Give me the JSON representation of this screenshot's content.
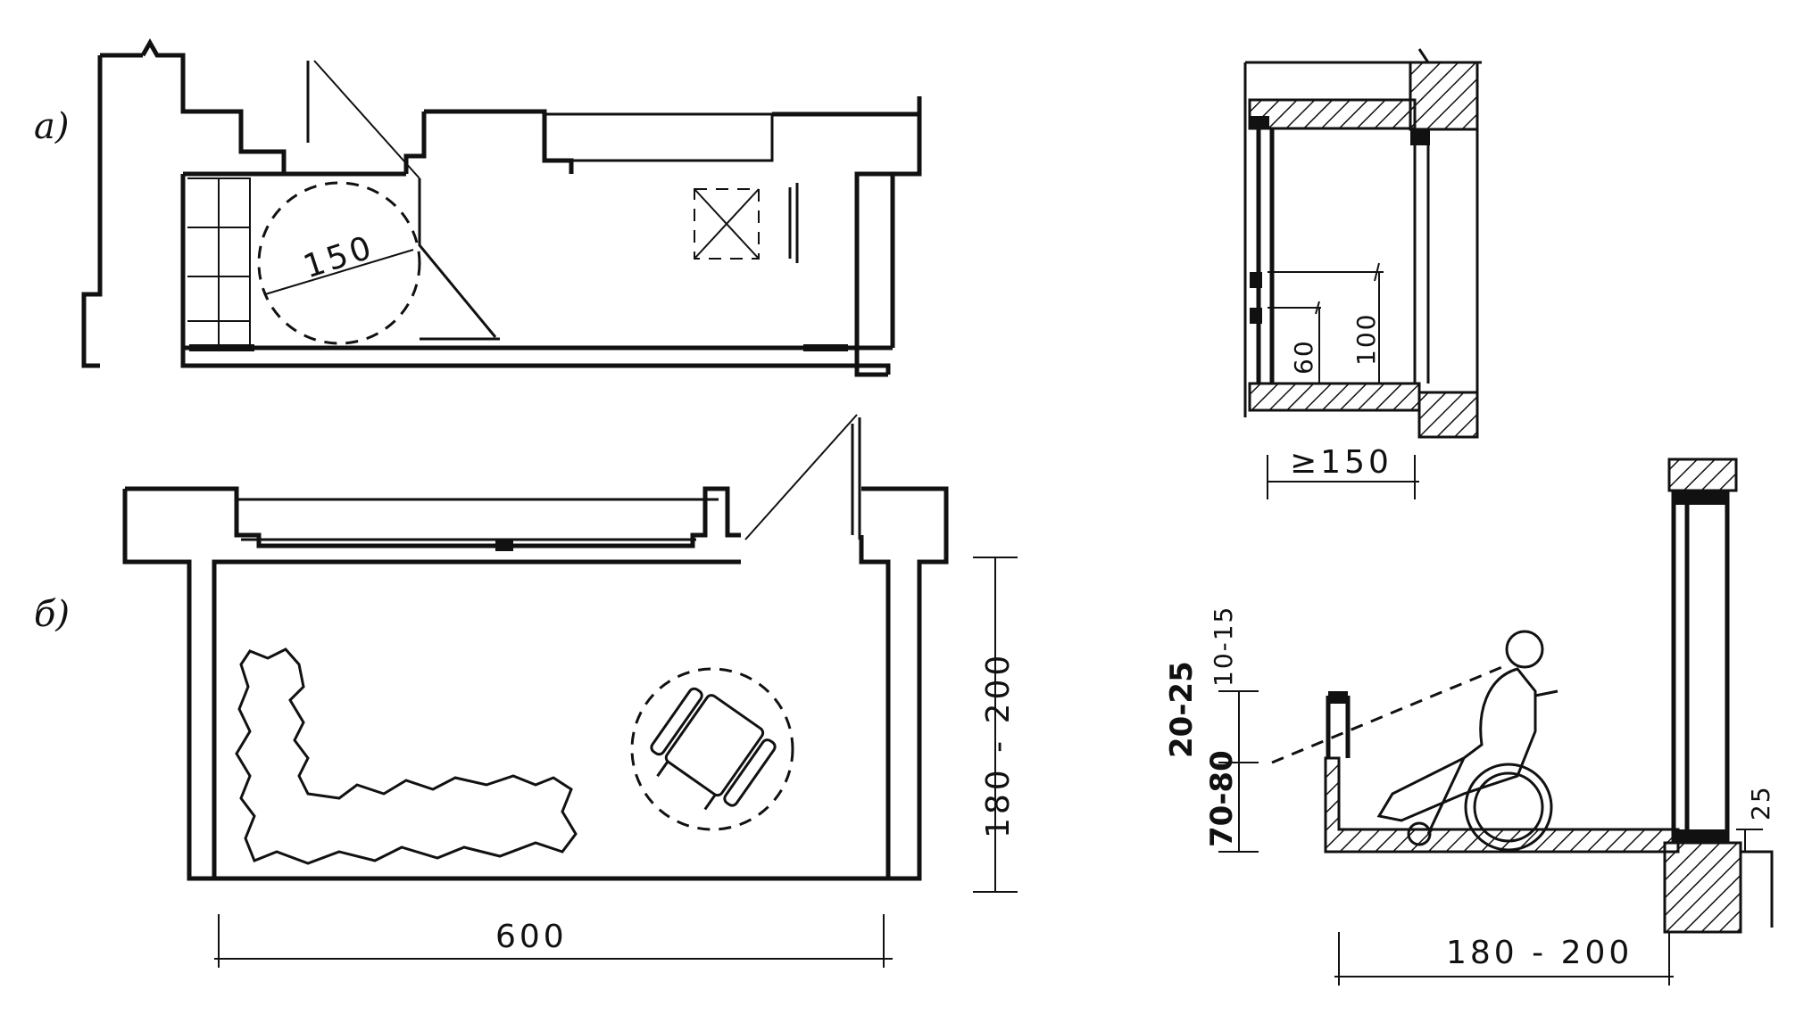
{
  "labels": {
    "fig_a": "а)",
    "fig_b": "б)"
  },
  "dimensions": {
    "turn_diameter": "150",
    "sill_low": "60",
    "sill_high": "100",
    "min_depth": "≥150",
    "loggia_depth": "180 - 200",
    "loggia_length": "600",
    "railing_height": "20-25",
    "rail_gap": "10-15",
    "parapet_height": "70-80",
    "balcony_depth": "180 - 200",
    "threshold": "25"
  }
}
